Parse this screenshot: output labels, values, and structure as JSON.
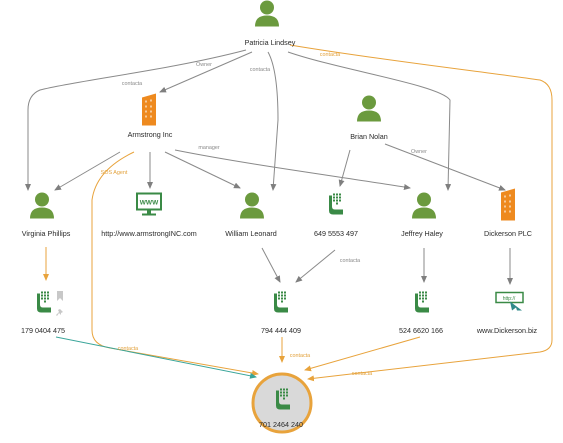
{
  "colors": {
    "person": "#6b9a3e",
    "company": "#ee8a1f",
    "phone": "#3a8a46",
    "web": "#3a8a46",
    "edge_gray": "#8a8a8a",
    "edge_orange": "#e8a33c",
    "edge_teal": "#3aa59a",
    "focus_ring": "#e8a33c",
    "focus_fill": "#d9d9d9"
  },
  "nodes": {
    "patricia": {
      "label": "Patricia Lindsey",
      "icon": "person-icon"
    },
    "armstrong": {
      "label": "Armstrong Inc",
      "icon": "building-icon"
    },
    "brian": {
      "label": "Brian Nolan",
      "icon": "person-icon"
    },
    "virginia": {
      "label": "Virginia Phillips",
      "icon": "person-icon"
    },
    "armstrong_web": {
      "label": "http://www.armstrongINC.com",
      "icon": "www-monitor-icon"
    },
    "william": {
      "label": "William Leonard",
      "icon": "person-icon"
    },
    "phone_649": {
      "label": "649 5553 497",
      "icon": "phone-keypad-icon"
    },
    "jeffrey": {
      "label": "Jeffrey Haley",
      "icon": "person-icon"
    },
    "dickerson": {
      "label": "Dickerson PLC",
      "icon": "building-icon"
    },
    "phone_179": {
      "label": "179 0404 475",
      "icon": "phone-keypad-icon"
    },
    "phone_794": {
      "label": "794 444 409",
      "icon": "phone-keypad-icon"
    },
    "phone_524": {
      "label": "524 6620 166",
      "icon": "phone-keypad-icon"
    },
    "dickerson_web": {
      "label": "www.Dickerson.biz",
      "icon": "web-link-icon"
    },
    "phone_701": {
      "label": "701 2464 240",
      "icon": "phone-keypad-icon"
    }
  },
  "edge_labels": {
    "owner_1": "Owner",
    "contacta_1": "contacta",
    "contacta_2": "contacta",
    "contacta_3": "contacta",
    "manager": "manager",
    "owner_2": "Owner",
    "sos_agent": "SOS Agent",
    "contacta_4": "contacta",
    "contacta_5": "contacta",
    "contacta_6": "contacta",
    "contacta_7": "contacta"
  }
}
